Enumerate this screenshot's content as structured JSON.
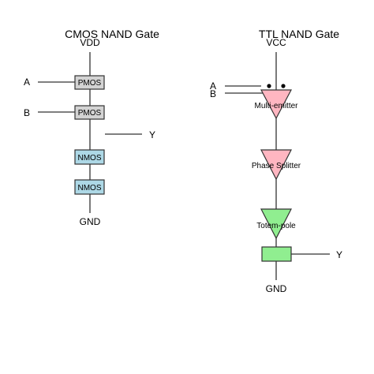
{
  "cmos": {
    "title": "CMOS NAND Gate",
    "vdd": "VDD",
    "gnd": "GND",
    "input_a": "A",
    "input_b": "B",
    "output": "Y",
    "pmos1": "PMOS",
    "pmos2": "PMOS",
    "nmos1": "NMOS",
    "nmos2": "NMOS"
  },
  "ttl": {
    "title": "TTL NAND Gate",
    "vcc": "VCC",
    "gnd": "GND",
    "input_a": "A",
    "input_b": "B",
    "output": "Y",
    "stage1": "Multi-emitter",
    "stage2": "Phase Splitter",
    "stage3": "Totem-pole"
  },
  "colors": {
    "pmos_fill": "#d3d3d3",
    "nmos_fill": "#add8e6",
    "triangle_pink": "#ffb6c1",
    "triangle_green": "#90ee90",
    "output_block": "#90ee90",
    "wire": "#333333"
  }
}
